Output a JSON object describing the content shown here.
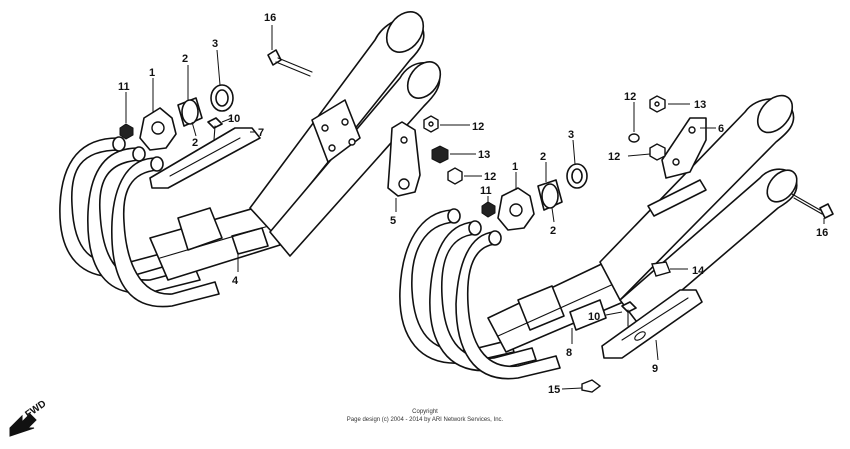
{
  "callouts": {
    "c16a": "16",
    "c3a": "3",
    "c2a": "2",
    "c1a": "1",
    "c11a": "11",
    "c10a": "10",
    "c7": "7",
    "c2b": "2",
    "c4": "4",
    "c12a": "12",
    "c13a": "13",
    "c12b": "12",
    "c11b": "11",
    "c5": "5",
    "c12c": "12",
    "c13b": "13",
    "c12d": "12",
    "c6": "6",
    "c3b": "3",
    "c2c": "2",
    "c1b": "1",
    "c2d": "2",
    "c16b": "16",
    "c14": "14",
    "c10b": "10",
    "c8": "8",
    "c9": "9",
    "c15": "15"
  },
  "fwd_label": "FWD",
  "copyright": {
    "line1": "Copyright",
    "line2": "Page design (c) 2004 - 2014 by ARI Network Services, Inc."
  }
}
